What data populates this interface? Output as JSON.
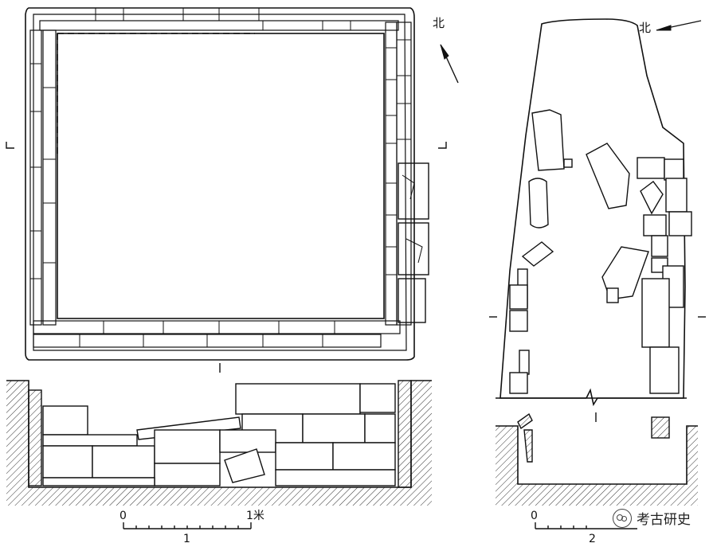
{
  "figure_1": {
    "north_label": "北",
    "scale_zero": "0",
    "scale_max": "1米",
    "caption_number": "1"
  },
  "figure_2": {
    "north_label": "北",
    "scale_zero": "0",
    "caption_number": "2"
  },
  "watermark": {
    "text": "考古研史",
    "icon": "wechat-icon"
  }
}
